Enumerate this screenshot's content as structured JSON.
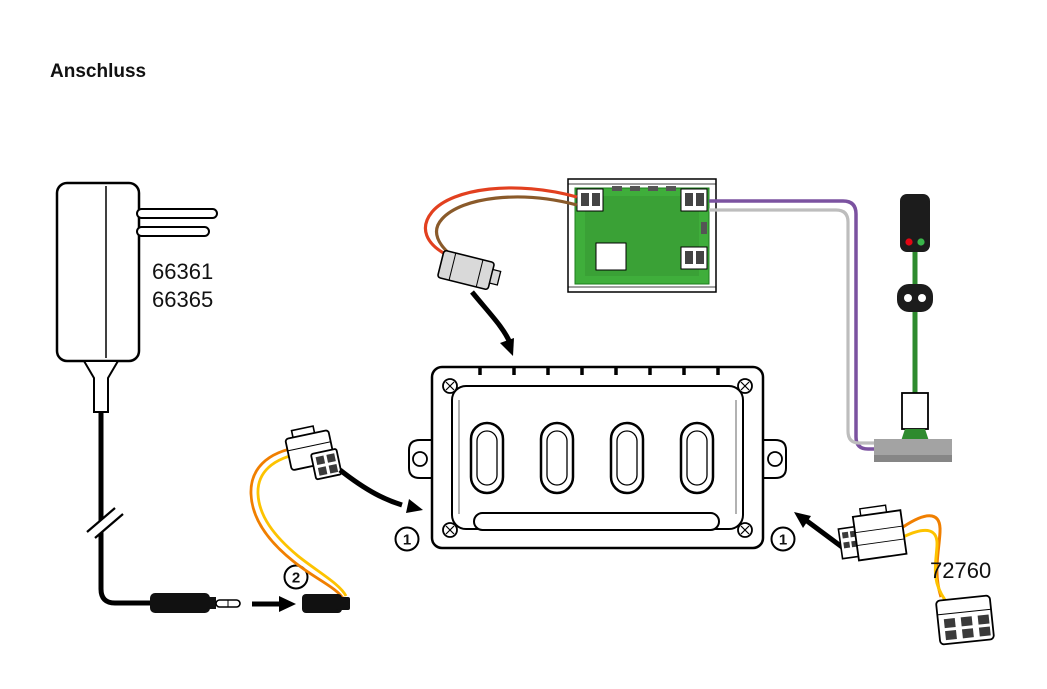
{
  "labels": {
    "title": "Anschluss",
    "adapter_model_1": "66361",
    "adapter_model_2": "66365",
    "connector_part": "72760",
    "step_plug_left": "1",
    "step_plug_right": "1",
    "step_power": "2"
  },
  "colors": {
    "pcb_green": "#3fae3b",
    "wire_red": "#e2401f",
    "wire_brown": "#8a5a2a",
    "wire_purple": "#7b52a0",
    "wire_white": "#bdbdbd",
    "wire_orange": "#f07f00",
    "wire_yellow": "#fdc300",
    "signal_green": "#2e8b2e",
    "signal_lamp_red": "#e30613",
    "signal_lamp_green": "#39b54a",
    "base_gray": "#a3a3a3",
    "plug_gray": "#d9d9d9"
  }
}
